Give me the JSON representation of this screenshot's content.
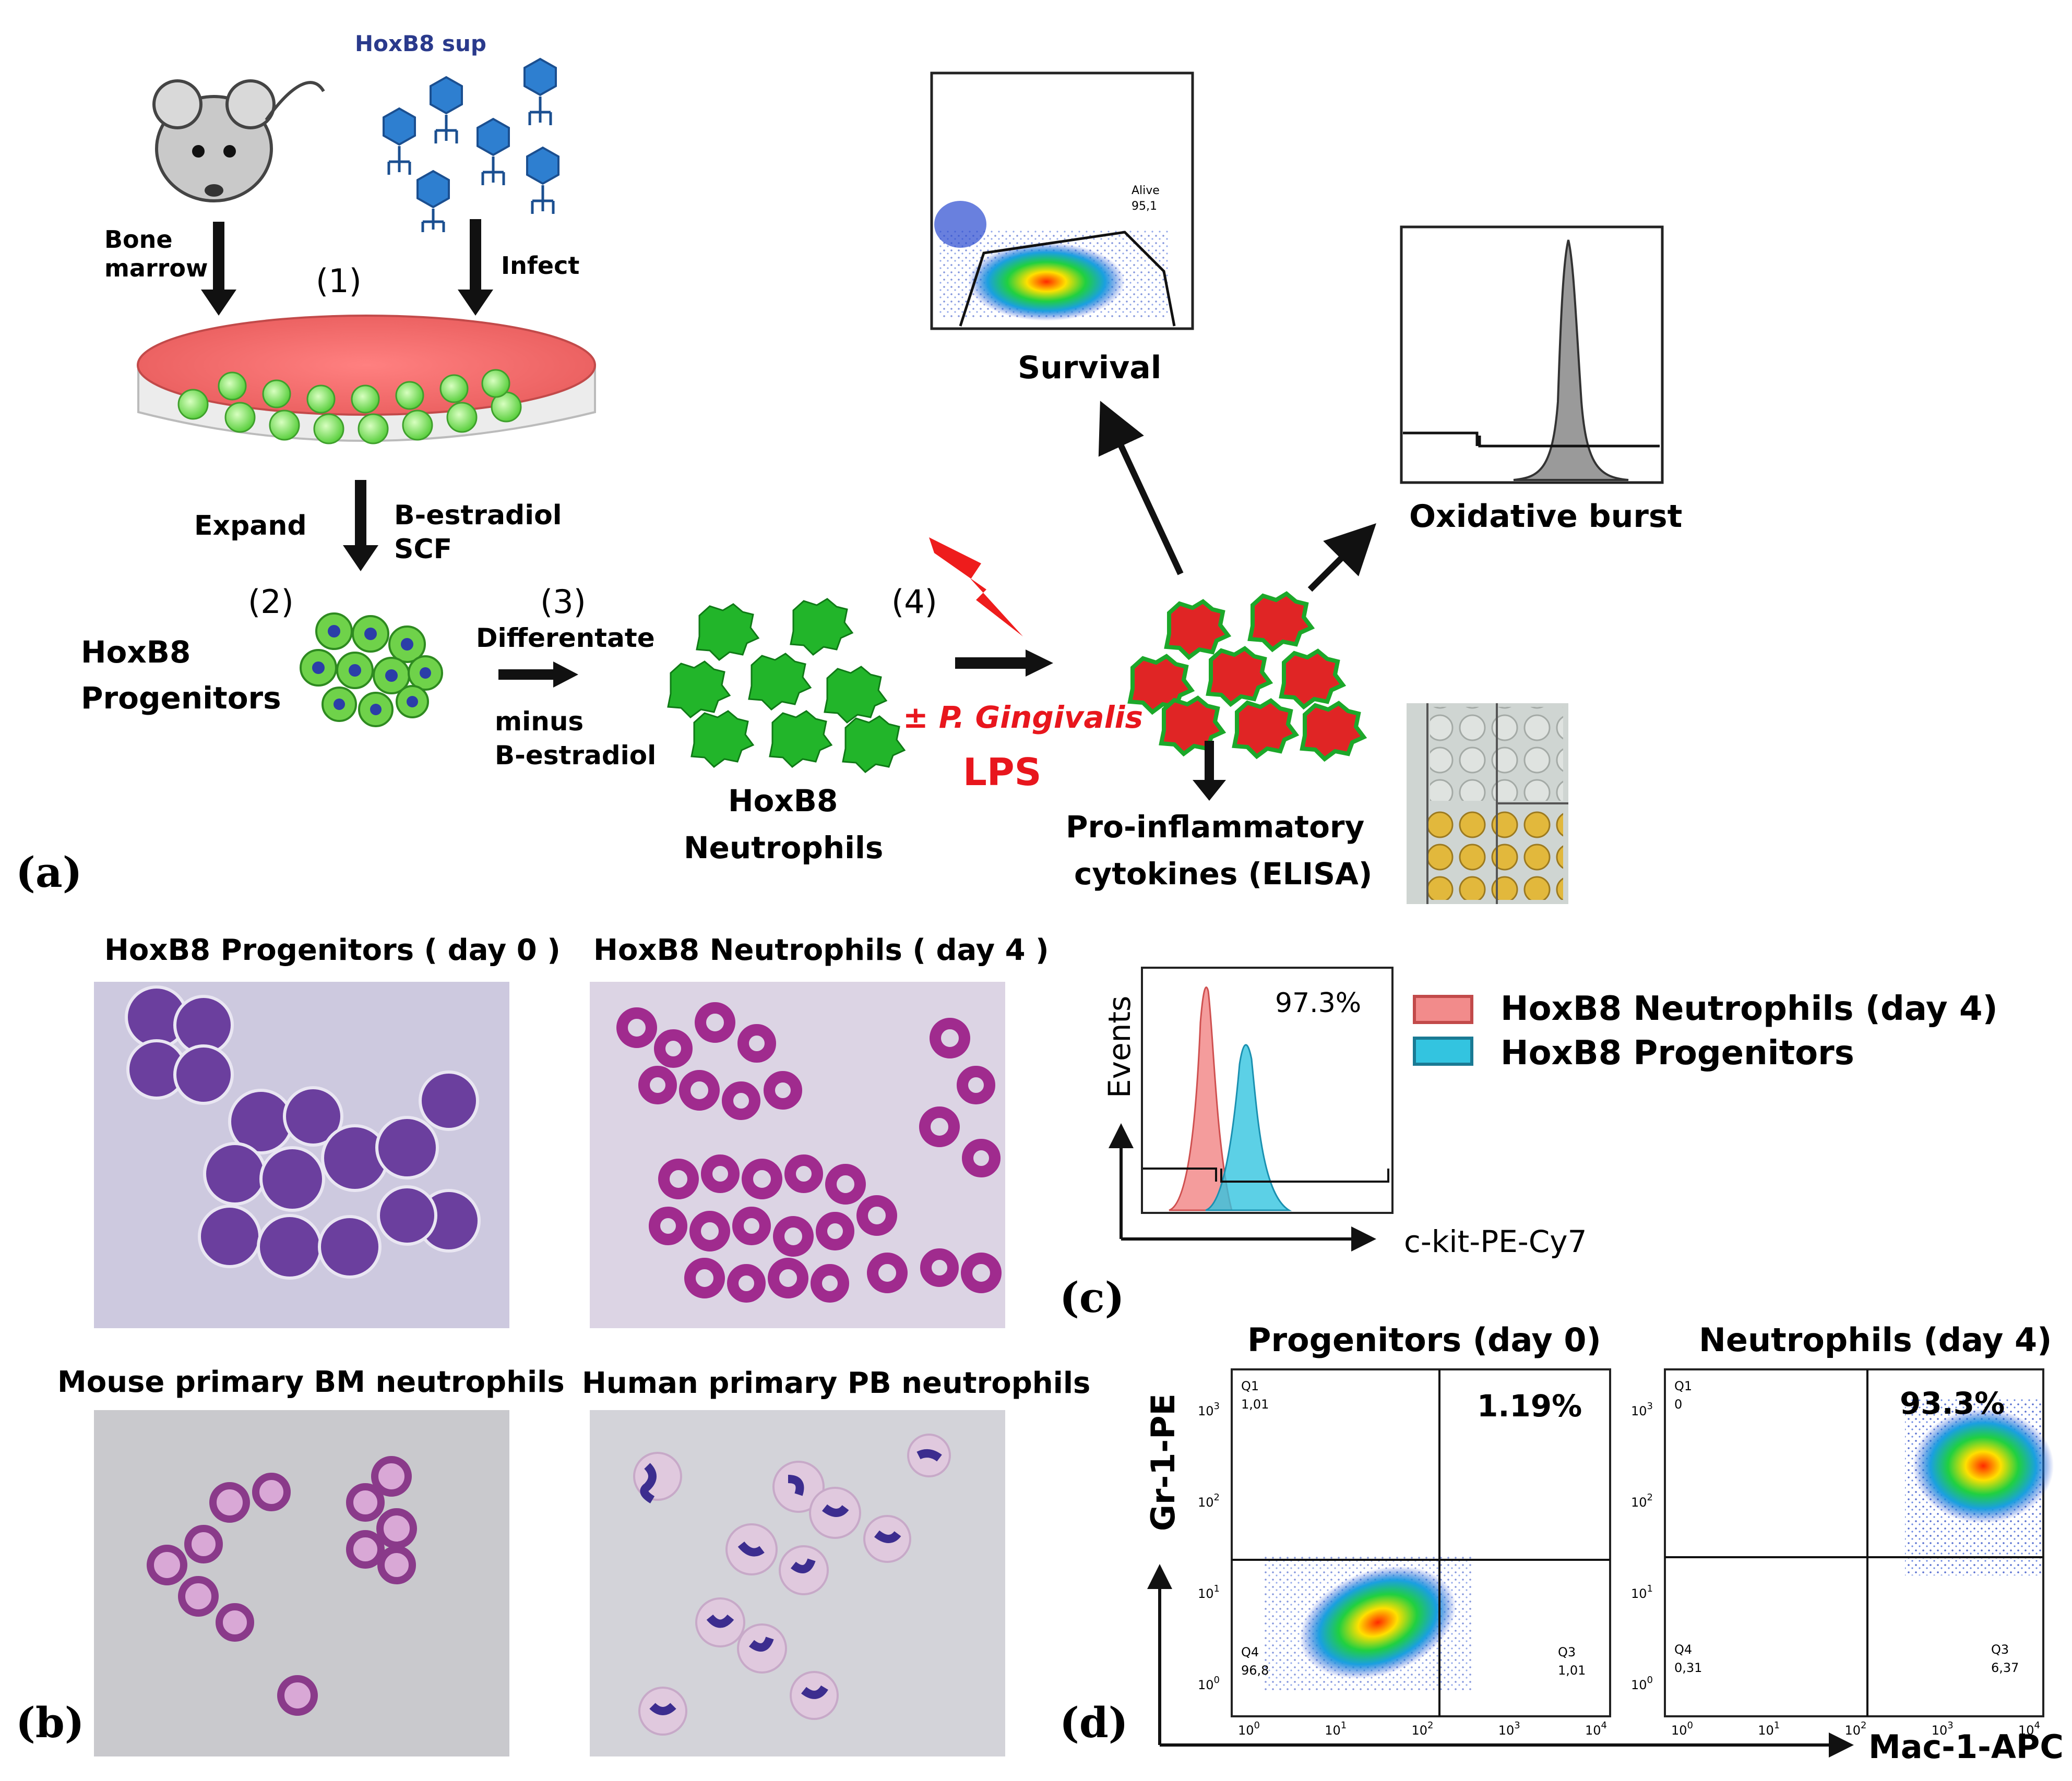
{
  "panel_a": {
    "panel_label": "(a)",
    "virus_label": "HoxB8 sup",
    "bone_marrow": [
      "Bone",
      "marrow"
    ],
    "infect": "Infect",
    "step1": "(1)",
    "expand": "Expand",
    "estradiol_scf": [
      "B-estradiol",
      "SCF"
    ],
    "step2": "(2)",
    "progenitors": [
      "HoxB8",
      "Progenitors"
    ],
    "step3": "(3)",
    "differentiate": "Differentate",
    "minus_estradiol": [
      "minus",
      "B-estradiol"
    ],
    "neutrophils": [
      "HoxB8",
      "Neutrophils"
    ],
    "step4": "(4)",
    "pg_label": "± P. Gingivalis",
    "lps": "LPS",
    "survival": "Survival",
    "alive_gate": [
      "Alive",
      "95,1"
    ],
    "oxidative_burst": "Oxidative burst",
    "cytokines": [
      "Pro-inflammatory",
      "cytokines (ELISA)"
    ]
  },
  "panel_b": {
    "panel_label": "(b)",
    "titles": [
      "HoxB8 Progenitors ( day 0 )",
      "HoxB8 Neutrophils ( day 4 )",
      "Mouse primary BM neutrophils",
      "Human primary PB neutrophils"
    ]
  },
  "panel_c": {
    "panel_label": "(c)",
    "percent": "97.3%",
    "y_axis": "Events",
    "x_axis": "c-kit-PE-Cy7",
    "legend": [
      {
        "label": "HoxB8 Neutrophils (day 4)",
        "color": "#f28b8b"
      },
      {
        "label": "HoxB8 Progenitors",
        "color": "#33c4e0"
      }
    ]
  },
  "panel_d": {
    "panel_label": "(d)",
    "titles": [
      "Progenitors (day 0)",
      "Neutrophils (day 4)"
    ],
    "y_axis": "Gr-1-PE",
    "x_axis": "Mac-1-APC",
    "left": {
      "q1_name": "Q1",
      "q1_value": "1,01",
      "q2_big": "1.19%",
      "q4_name": "Q4",
      "q4_value": "96,8",
      "q3_name": "Q3",
      "q3_value": "1,01"
    },
    "right": {
      "q1_name": "Q1",
      "q1_value": "0",
      "q2_big": "93.3%",
      "q4_name": "Q4",
      "q4_value": "0,31",
      "q3_name": "Q3",
      "q3_value": "6,37"
    },
    "y_ticks": [
      "10",
      "10",
      "10",
      "10"
    ],
    "y_exps": [
      "3",
      "2",
      "1",
      "0"
    ],
    "x_ticks": [
      "10",
      "10",
      "10",
      "10",
      "10"
    ],
    "x_exps": [
      "0",
      "1",
      "2",
      "3",
      "4"
    ]
  }
}
